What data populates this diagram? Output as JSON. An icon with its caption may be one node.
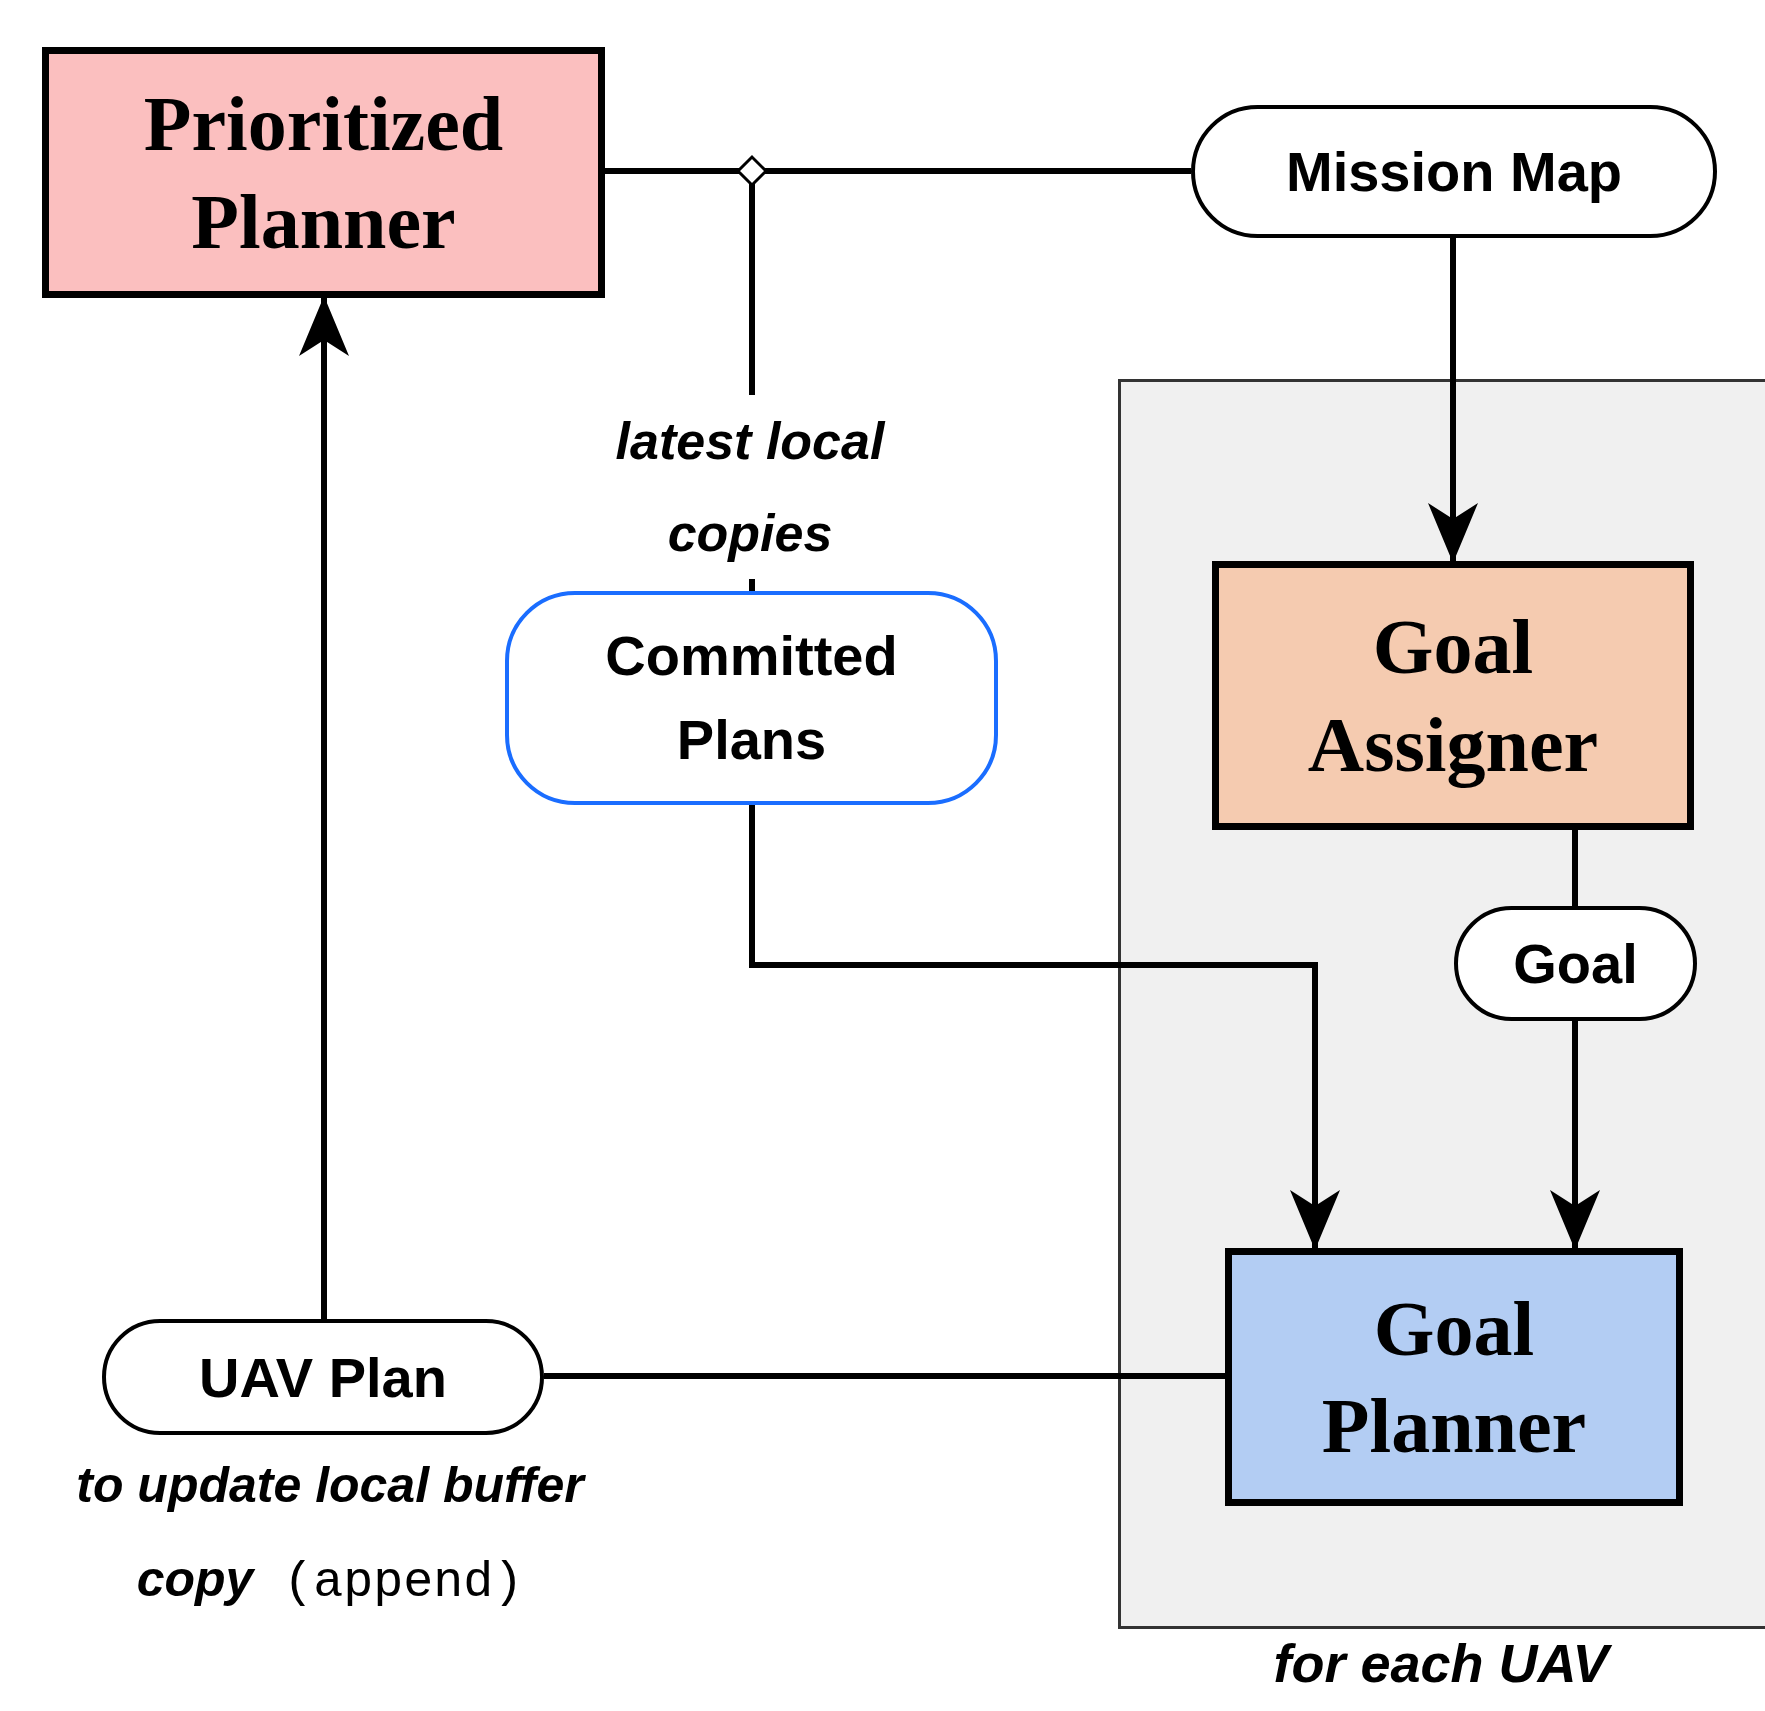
{
  "diagram": {
    "nodes": [
      {
        "text": [
          "Prioritized Planner"
        ]
      },
      {
        "text": [
          "Mission Map"
        ]
      },
      {
        "text": [
          "for each UAV"
        ]
      },
      {
        "text": [
          "Goal Assigner"
        ],
        "in": 2
      },
      {
        "text": [
          "Goal"
        ],
        "in": 2
      },
      {
        "text": [
          "Goal Planner"
        ],
        "in": 2
      },
      {
        "text": [
          "Committed Plans"
        ]
      },
      {
        "text": [
          "UAV Plan"
        ],
        "beside": [
          "**to update local buffer copy** (append)"
        ]
      }
    ],
    "edges": [
      {
        "from": 0,
        "to": 1,
        "arrow": "none"
      },
      {
        "from": 1,
        "to": 6,
        "arrow": "none",
        "label": "latest local copies"
      },
      {
        "from": 1,
        "to": 3,
        "arrow": "to"
      },
      {
        "from": 3,
        "to": 4,
        "arrow": "none"
      },
      {
        "from": 4,
        "to": 5,
        "arrow": "to"
      },
      {
        "from": 6,
        "to": 5,
        "arrow": "to"
      },
      {
        "from": 5,
        "to": 7,
        "arrow": "none"
      },
      {
        "from": 7,
        "to": 0,
        "arrow": "to"
      }
    ]
  }
}
